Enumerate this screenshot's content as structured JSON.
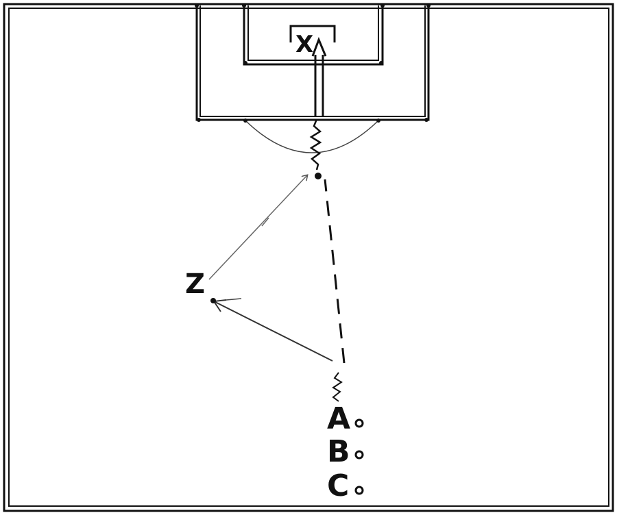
{
  "labels": {
    "x": "X",
    "z": "Z",
    "a": "A",
    "b": "B",
    "c": "C"
  },
  "colors": {
    "line": "#111111",
    "pass": "#555555",
    "background": "#ffffff"
  }
}
